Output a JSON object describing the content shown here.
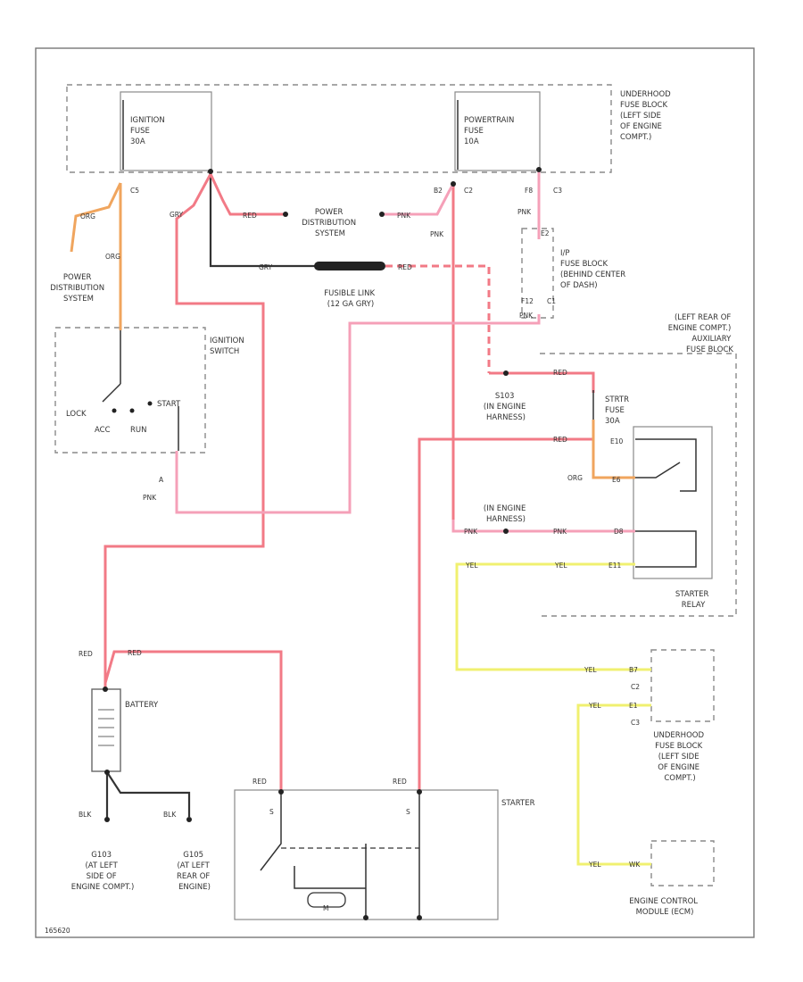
{
  "colors": {
    "red": "#f27a86",
    "pink": "#f5a0b8",
    "orange": "#f0a55e",
    "yellow": "#f0f070",
    "black": "#333333",
    "frame": "#777777"
  },
  "components": {
    "underhood_fuse_block_top": [
      "UNDERHOOD",
      "FUSE BLOCK",
      "(LEFT SIDE",
      "OF ENGINE",
      "COMPT.)"
    ],
    "ignition_fuse": [
      "IGNITION",
      "FUSE",
      "30A"
    ],
    "powertrain_fuse": [
      "POWERTRAIN",
      "FUSE",
      "10A"
    ],
    "power_distribution_left": [
      "POWER",
      "DISTRIBUTION",
      "SYSTEM"
    ],
    "power_distribution_center": [
      "POWER",
      "DISTRIBUTION",
      "SYSTEM"
    ],
    "fusible_link": [
      "FUSIBLE LINK",
      "(12 GA GRY)"
    ],
    "ip_fuse_block": [
      "I/P",
      "FUSE BLOCK",
      "(BEHIND CENTER",
      "OF DASH)"
    ],
    "ignition_switch": [
      "IGNITION",
      "SWITCH"
    ],
    "switch_positions": {
      "lock": "LOCK",
      "acc": "ACC",
      "run": "RUN",
      "start": "START"
    },
    "auxiliary_fuse_block": [
      "(LEFT REAR OF",
      "ENGINE COMPT.)",
      "AUXILIARY",
      "FUSE BLOCK"
    ],
    "s103": [
      "S103",
      "(IN ENGINE",
      "HARNESS)"
    ],
    "in_engine_harness": [
      "(IN ENGINE",
      "HARNESS)"
    ],
    "starter_fuse": [
      "STRTR",
      "FUSE",
      "30A"
    ],
    "starter_relay": [
      "STARTER",
      "RELAY"
    ],
    "underhood_fuse_block_bottom": [
      "UNDERHOOD",
      "FUSE BLOCK",
      "(LEFT SIDE",
      "OF ENGINE",
      "COMPT.)"
    ],
    "battery": "BATTERY",
    "starter": "STARTER",
    "ground_g103": [
      "G103",
      "(AT LEFT",
      "SIDE OF",
      "ENGINE COMPT.)"
    ],
    "ground_g105": [
      "G105",
      "(AT LEFT",
      "REAR OF",
      "ENGINE)"
    ],
    "ecm": [
      "ENGINE CONTROL",
      "MODULE (ECM)"
    ]
  },
  "connectors": {
    "c5": "C5",
    "c2_left": "C2",
    "c3_top": "C3",
    "b2": "B2",
    "f8": "F8",
    "e2": "E2",
    "f12": "F12",
    "c1": "C1",
    "a": "A",
    "e10": "E10",
    "e6": "E6",
    "d8": "D8",
    "e11": "E11",
    "b7": "B7",
    "e1": "E1",
    "c2_bottom": "C2",
    "c3_bottom": "C3",
    "wk": "WK",
    "s_left": "S",
    "s_right": "S",
    "m": "M"
  },
  "wires": {
    "org": "ORG",
    "gry": "GRY",
    "red": "RED",
    "pnk": "PNK",
    "blk": "BLK",
    "yel": "YEL"
  },
  "footer_code": "165620"
}
